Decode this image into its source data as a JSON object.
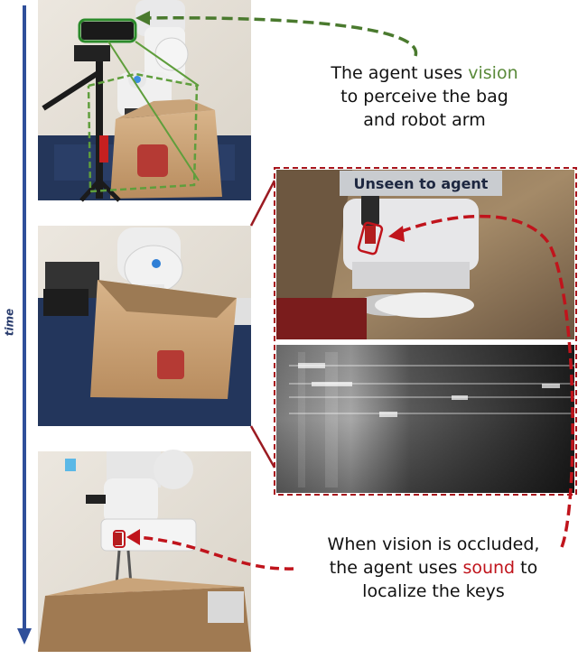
{
  "time_label": "time",
  "panels": {
    "top_photo": "Robot arm above paper bag, camera on tripod",
    "middle_photo": "Robot arm reaching into paper bag",
    "bottom_photo": "Robot gripper holding keys above bag",
    "occluded_view": "Close-up of gripper inside bag",
    "spectrogram": "Audio spectrogram"
  },
  "unseen_label": "Unseen to agent",
  "captions": {
    "vision": {
      "line1_pre": "The agent uses ",
      "line1_highlight": "vision",
      "line2": "to perceive the bag",
      "line3": "and robot arm"
    },
    "sound": {
      "line1": "When vision is occluded,",
      "line2_pre": "the agent uses ",
      "line2_highlight": "sound",
      "line2_post": " to",
      "line3": "localize the keys"
    }
  },
  "colors": {
    "vision_accent": "#5a8a3a",
    "sound_accent": "#c0141c",
    "time_arrow": "#2f4f9a"
  }
}
